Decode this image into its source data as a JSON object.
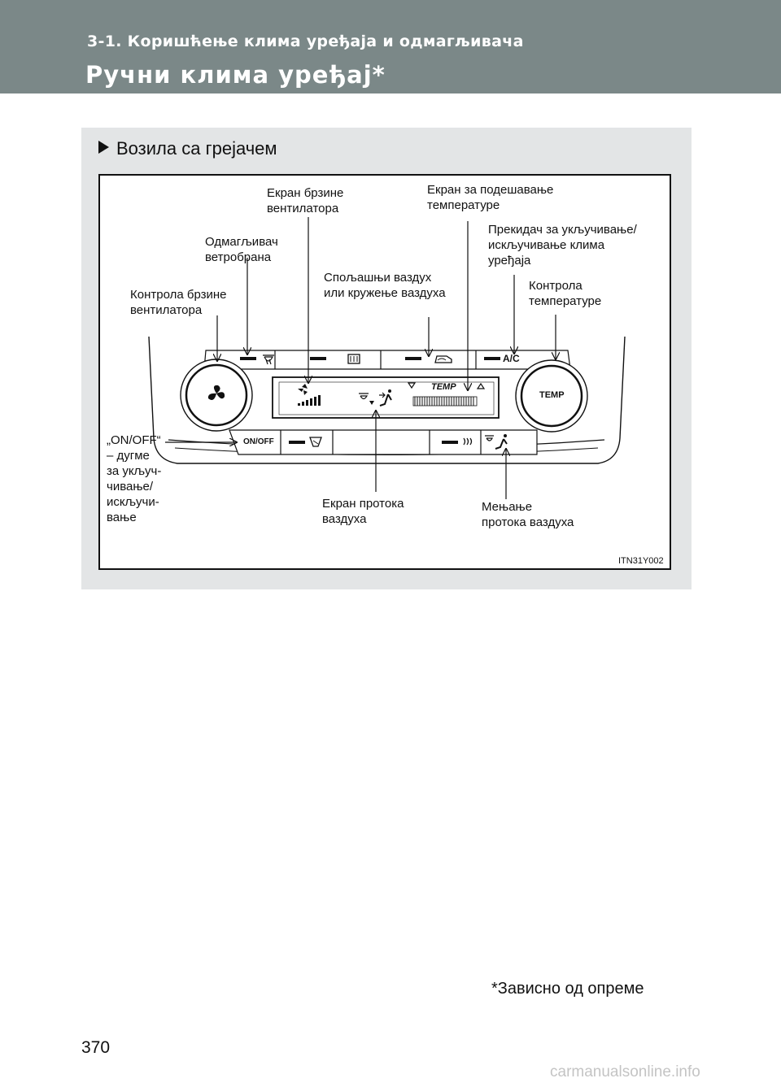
{
  "header": {
    "section": "3-1. Коришћење клима уређаја и одмагљивача",
    "title": "Ручни клима уређај*"
  },
  "vehicle_label": "Возила са грејачем",
  "callouts": {
    "fan_speed_display": "Екран брзине\nвентилатора",
    "temp_display": "Екран за подешавање\nтемпературе",
    "windshield_defogger": "Одмагљивач\nветробрана",
    "ac_switch": "Прекидач за укључивање/\nискључивање клима\nуређаја",
    "outside_recirc": "Спољашњи ваздух\nили кружење ваздуха",
    "temp_control": "Контрола\nтемпературе",
    "fan_speed_control": "Контрола брзине\nвентилатора",
    "on_off": "„ON/OFF“\n– дугме\nза укључ-\nчивање/\nискључи-\nвање",
    "airflow_display": "Екран протока\nваздуха",
    "airflow_change": "Мењање\nпротока ваздуха"
  },
  "panel": {
    "ac_label": "A/C",
    "temp_label": "TEMP",
    "display_temp_label": "TEMP",
    "on_off_label": "ON/OFF"
  },
  "figure_code": "ITN31Y002",
  "footnote": "*Зависно од опреме",
  "page_number": "370",
  "watermark": "carmanualsonline.info"
}
